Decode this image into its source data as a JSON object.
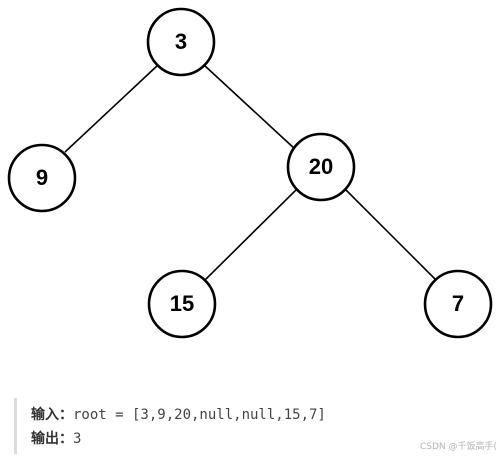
{
  "tree": {
    "nodes": [
      {
        "id": "root",
        "value": "3"
      },
      {
        "id": "left",
        "value": "9"
      },
      {
        "id": "right",
        "value": "20"
      },
      {
        "id": "right-left",
        "value": "15"
      },
      {
        "id": "right-right",
        "value": "7"
      }
    ]
  },
  "example": {
    "input_label": "输入：",
    "input_value": "root = [3,9,20,null,null,15,7]",
    "output_label": "输出：",
    "output_value": "3"
  },
  "watermark": "CSDN @千饭高手(",
  "colors": {
    "stroke": "#000000",
    "node_fill": "#ffffff",
    "code_border": "#dcdcdc"
  }
}
